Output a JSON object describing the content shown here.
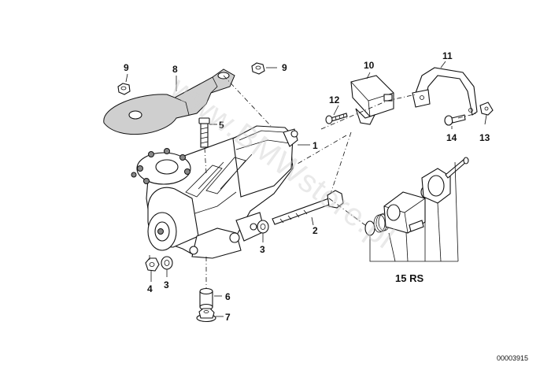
{
  "diagram": {
    "callouts": [
      "1",
      "2",
      "3",
      "3",
      "4",
      "5",
      "6",
      "7",
      "8",
      "9",
      "9",
      "10",
      "11",
      "12",
      "13",
      "14"
    ],
    "kit_label": "15 RS",
    "document_number": "00003915",
    "watermark": "www.BMWstore.pl"
  }
}
